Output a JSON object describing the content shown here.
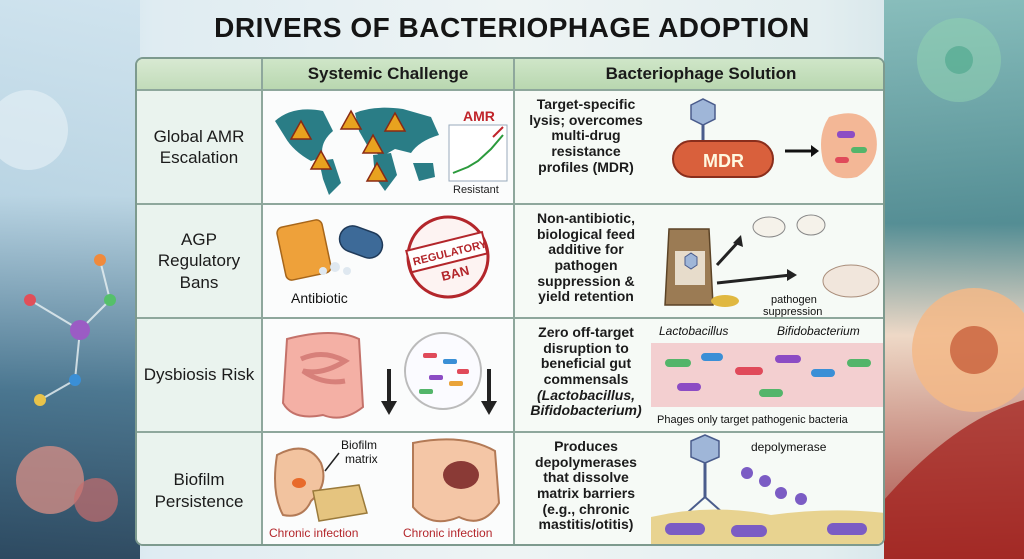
{
  "title": "DRIVERS OF BACTERIOPHAGE ADOPTION",
  "headers": {
    "challenge": "Systemic Challenge",
    "solution": "Bacteriophage Solution"
  },
  "rows": [
    {
      "label": "Global AMR Escalation",
      "challenge_labels": {
        "amr": "AMR",
        "resistant": "Resistant"
      },
      "solution_text": "Target-specific lysis; overcomes multi-drug resistance profiles (MDR)",
      "solution_labels": {
        "mdr": "MDR"
      }
    },
    {
      "label": "AGP Regulatory Bans",
      "challenge_labels": {
        "antibiotic": "Antibiotic",
        "stamp_line1": "REGULATORY",
        "stamp_line2": "BAN"
      },
      "solution_text": "Non-antibiotic, biological feed additive for pathogen suppression & yield retention",
      "solution_labels": {
        "pathogen": "pathogen",
        "suppression": "suppression"
      }
    },
    {
      "label": "Dysbiosis Risk",
      "solution_text_main": "Zero off-target disruption to beneficial gut commensals",
      "solution_text_italic": "(Lactobacillus, Bifidobacterium)",
      "solution_labels": {
        "lacto": "Lactobacillus",
        "bifido": "Bifidobacterium",
        "caption": "Phages only target pathogenic bacteria"
      }
    },
    {
      "label": "Biofilm Persistence",
      "challenge_labels": {
        "biofilm1": "Biofilm",
        "biofilm2": "matrix",
        "chronic_a": "Chronic infection",
        "chronic_b": "Chronic infection"
      },
      "solution_text": "Produces depolymerases that dissolve matrix barriers (e.g., chronic mastitis/otitis)",
      "solution_labels": {
        "depolymerase": "depolymerase"
      }
    }
  ],
  "colors": {
    "header": "#c4dfbc",
    "border": "#8ea79c",
    "warning": "#e8a21f",
    "stamp": "#b3262b",
    "mdr": "#d9603c"
  }
}
